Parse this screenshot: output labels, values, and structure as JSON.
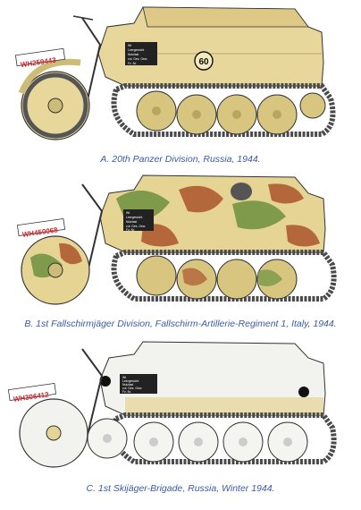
{
  "vehicles": [
    {
      "caption": "A. 20th Panzer Division, Russia, 1944.",
      "registration": "WH259443",
      "tactical_number": "60",
      "stencil": [
        "Wt",
        "Leergewicht",
        "Nutzlast",
        "zul. Ges. Gew.",
        "Fz. Nr."
      ],
      "scheme": "dunkelgelb",
      "colors": {
        "base": "#e8d79a",
        "shade": "#cdbb78",
        "track": "#4a4a4a",
        "wheel": "#d8c680",
        "outline": "#333333"
      }
    },
    {
      "caption": "B. 1st Fallschirmjäger Division, Fallschirm-Artillerie-Regiment 1, Italy, 1944.",
      "registration": "WH450068",
      "stencil": [
        "Wt",
        "Leergewicht",
        "Nutzlast",
        "zul. Ges. Gew.",
        "Fz. Nr."
      ],
      "scheme": "camouflage",
      "colors": {
        "base": "#e6d494",
        "green": "#7f9a4a",
        "brown": "#b5673c",
        "track": "#4a4a4a",
        "outline": "#333333"
      }
    },
    {
      "caption": "C. 1st Skijäger-Brigade, Russia, Winter 1944.",
      "registration": "WH306412",
      "stencil": [
        "Wt",
        "Leergewicht",
        "Nutzlast",
        "zul. Ges. Gew.",
        "Fz. Nr."
      ],
      "scheme": "winter",
      "colors": {
        "base": "#f2f2ee",
        "under": "#e5d495",
        "track": "#4a4a4a",
        "outline": "#333333"
      }
    }
  ]
}
